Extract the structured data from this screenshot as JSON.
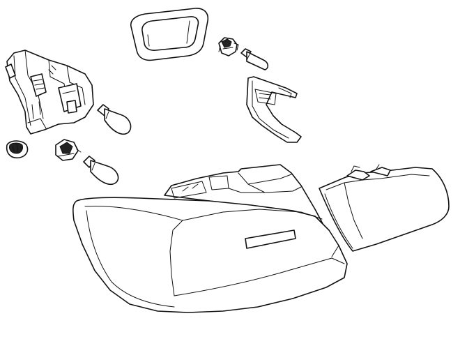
{
  "diagram": {
    "style": "exploded line drawing",
    "line_color": "#111111",
    "background": "#ffffff",
    "parts": [
      "bulb-holder-carrier",
      "bulb-large-upper",
      "bulb-large-lower",
      "bulb-socket-lower",
      "rubber-grommet",
      "cover-gasket-frame",
      "bulb-socket-small",
      "bulb-small",
      "mounting-bracket",
      "outer-tail-light",
      "inner-tail-light"
    ]
  }
}
